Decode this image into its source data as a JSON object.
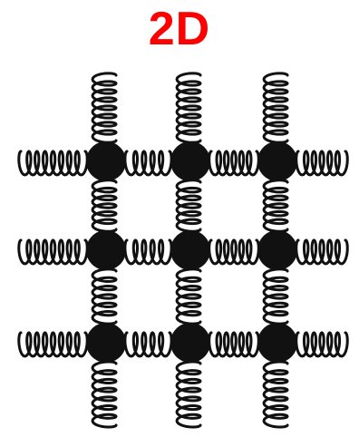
{
  "diagram": {
    "title": "2D",
    "title_color": "#ff0000",
    "ink_color": "#111111",
    "background_color": "#ffffff",
    "lattice": {
      "rows": 3,
      "columns": 3,
      "node_shape": "filled-circle",
      "connector": "coil-spring",
      "springs_extend_past_boundary": true
    }
  }
}
